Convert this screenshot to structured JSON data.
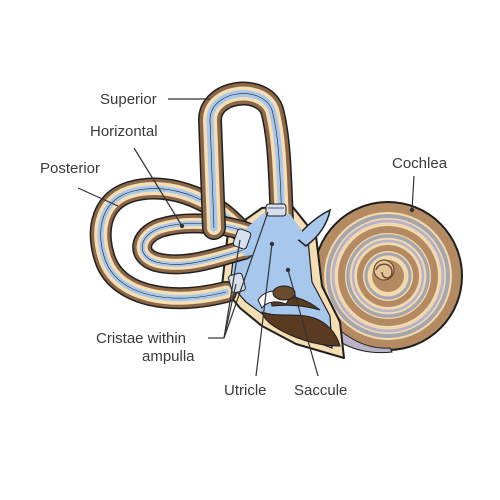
{
  "labels": {
    "superior": "Superior",
    "horizontal": "Horizontal",
    "posterior": "Posterior",
    "cochlea": "Cochlea",
    "cristae_line1": "Cristae within",
    "cristae_line2": "ampulla",
    "utricle": "Utricle",
    "saccule": "Saccule"
  },
  "colors": {
    "bone_outer": "#8b6748",
    "bone_light": "#f5deb3",
    "endolymph": "#a7c8ec",
    "membrane": "#5a3b22",
    "outline": "#1f1f1f",
    "cochlea_tan": "#b48a63",
    "cochlea_cream": "#f3d9ae",
    "cochlea_grey": "#a5a7ad",
    "cochlea_mauve": "#b9b2c9"
  }
}
